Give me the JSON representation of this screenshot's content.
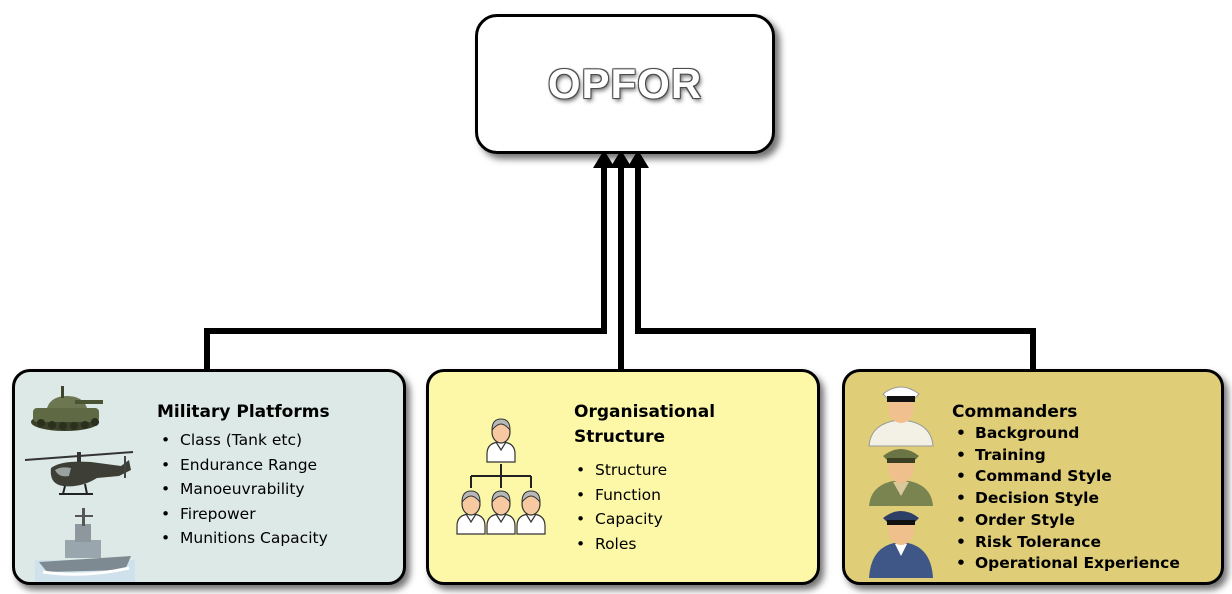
{
  "diagram": {
    "root": {
      "title": "OPFOR"
    },
    "nodes": [
      {
        "title": "Military Platforms",
        "items": [
          "Class (Tank etc)",
          "Endurance Range",
          "Manoeuvrability",
          "Firepower",
          "Munitions Capacity"
        ],
        "images": [
          "tank-icon",
          "helicopter-icon",
          "warship-icon"
        ],
        "fill": "#dde9e6"
      },
      {
        "title": "Organisational Structure",
        "items": [
          "Structure",
          "Function",
          "Capacity",
          "Roles"
        ],
        "images": [
          "org-chart-icon"
        ],
        "fill": "#fcf8a7"
      },
      {
        "title": "Commanders",
        "items": [
          "Background",
          "Training",
          "Command Style",
          "Decision Style",
          "Order Style",
          "Risk Tolerance",
          "Operational Experience"
        ],
        "images": [
          "officer-white-uniform-icon",
          "officer-green-uniform-icon",
          "officer-blue-uniform-icon"
        ],
        "fill": "#dfcd78"
      }
    ],
    "edges": [
      {
        "from": "Military Platforms",
        "to": "OPFOR"
      },
      {
        "from": "Organisational Structure",
        "to": "OPFOR"
      },
      {
        "from": "Commanders",
        "to": "OPFOR"
      }
    ]
  }
}
